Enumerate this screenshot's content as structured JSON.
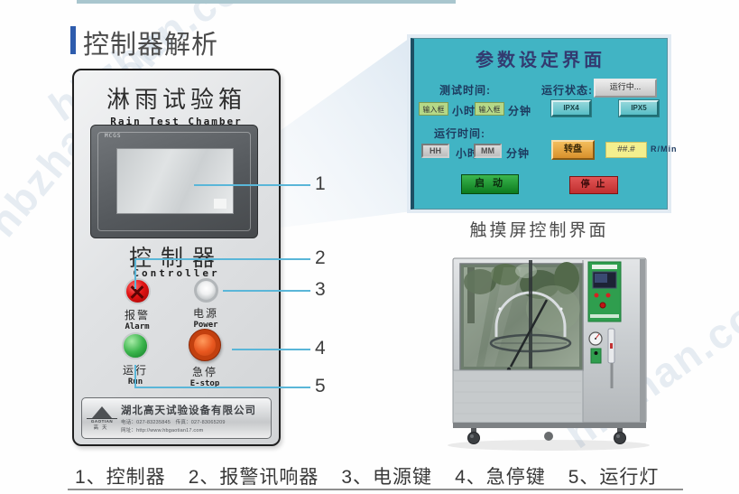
{
  "page": {
    "section_title": "控制器解析",
    "watermark": "hbzhan.com",
    "caption_touchscreen": "触摸屏控制界面",
    "callout_numbers": [
      "1",
      "2",
      "3",
      "4",
      "5"
    ],
    "legend": [
      "1、控制器",
      "2、报警讯响器",
      "3、电源键",
      "4、急停键",
      "5、运行灯"
    ]
  },
  "panel": {
    "title_cn": "淋雨试验箱",
    "title_en": "Rain Test Chamber",
    "screen_brand": "MCGS",
    "controller_cn": "控制器",
    "controller_en": "Controller",
    "buttons": {
      "alarm": {
        "cn": "报警",
        "en": "Alarm"
      },
      "power": {
        "cn": "电源",
        "en": "Power"
      },
      "run": {
        "cn": "运行",
        "en": "Run"
      },
      "estop": {
        "cn": "急停",
        "en": "E-stop"
      }
    },
    "nameplate": {
      "logo_en": "GAOTIAN",
      "logo_cn": "高天",
      "company": "湖北高天试验设备有限公司",
      "contact": "电话：027-83235845　传真：027-83065209",
      "website": "网址：http://www.hbgaotian17.com"
    }
  },
  "hmi": {
    "title": "参数设定界面",
    "test_time_label": "测试时间:",
    "run_status_label": "运行状态:",
    "run_status_value": "运行中...",
    "input_placeholder": "输入框",
    "hour_label": "小时",
    "minute_label": "分钟",
    "run_time_label": "运行时间:",
    "hour_value": "HH",
    "minute_value": "MM",
    "mode_button_1": "IPX4",
    "mode_button_2": "IPX5",
    "turntable_button": "转盘",
    "speed_value": "##.#",
    "speed_unit": "R/Min",
    "start_button": "启 动",
    "stop_button": "停 止"
  },
  "colors": {
    "accent_blue": "#2e5cad",
    "callout_line": "#5ab6d8",
    "hmi_background": "#41b4c4",
    "alarm_red": "#e01212",
    "run_green": "#3cb54d",
    "estop_orange": "#e8571f"
  }
}
